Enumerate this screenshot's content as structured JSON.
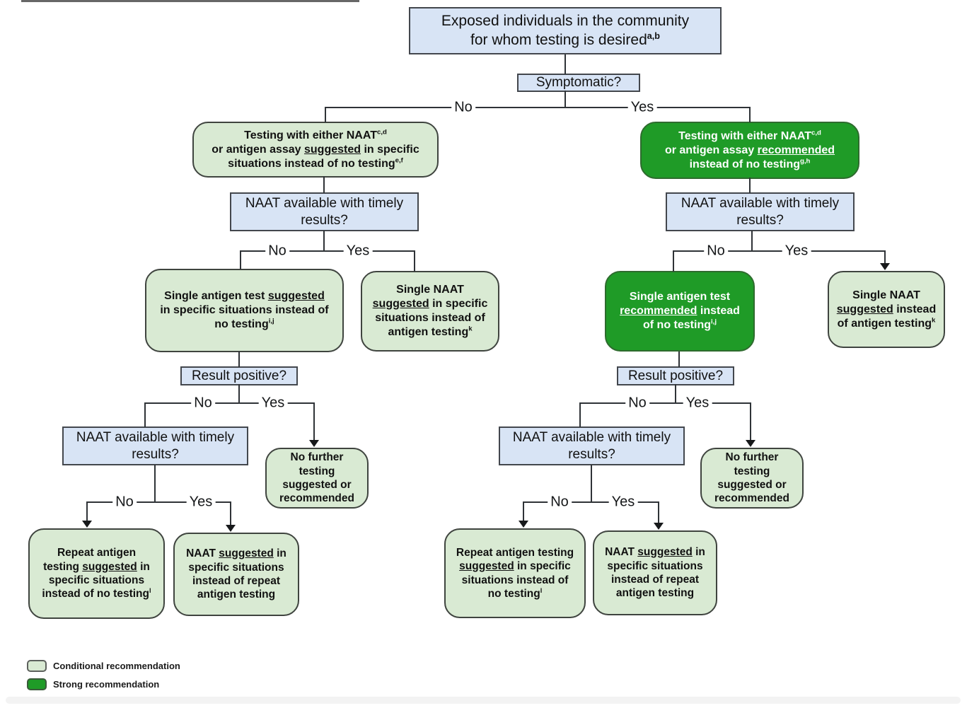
{
  "diagram": {
    "title_box": {
      "line1": "Exposed individuals in the community",
      "line2": "for whom testing is desired",
      "sup": "a,b"
    },
    "symptomatic": {
      "text": "Symptomatic?"
    },
    "branch": {
      "no": "No",
      "yes": "Yes"
    },
    "test_both_left": {
      "line1": "Testing with either NAAT",
      "line1_sup": "c,d",
      "line2_pre": "or antigen assay ",
      "line2_u": "suggested",
      "line2_post": " in specific",
      "line3": "situations instead of no testing",
      "line3_sup": "e,f"
    },
    "test_both_right": {
      "line1": "Testing with either NAAT",
      "line1_sup": "c,d",
      "line2_pre": "or antigen assay ",
      "line2_u": "recommended",
      "line3": "instead of no testing",
      "line3_sup": "g,h"
    },
    "naat_timely": {
      "line1": "NAAT available with timely",
      "line2": "results?"
    },
    "single_antigen_left": {
      "line1_pre": "Single antigen test ",
      "line1_u": "suggested",
      "line2": "in specific situations instead of",
      "line3": "no testing",
      "line3_sup": "i,j"
    },
    "single_naat_left": {
      "line1": "Single NAAT",
      "line2_u": "suggested",
      "line2_post": " in specific",
      "line3": "situations instead of",
      "line4": "antigen testing",
      "line4_sup": "k"
    },
    "single_antigen_right": {
      "line1": "Single antigen test",
      "line2_u": "recommended",
      "line2_post": " instead",
      "line3": "of no testing",
      "line3_sup": "i,j"
    },
    "single_naat_right": {
      "line1": "Single NAAT",
      "line2_u": "suggested",
      "line2_post": " instead",
      "line3": "of antigen testing",
      "line3_sup": "k"
    },
    "result_positive": {
      "text": "Result positive?"
    },
    "no_further": {
      "line1": "No further",
      "line2": "testing",
      "line3": "suggested or",
      "line4": "recommended"
    },
    "repeat_antigen_left": {
      "line1": "Repeat antigen",
      "line2_pre": "testing ",
      "line2_u": "suggested",
      "line2_post": " in",
      "line3": "specific situations",
      "line4": "instead of no testing",
      "line4_sup": "l"
    },
    "repeat_antigen_right": {
      "line1": "Repeat antigen testing",
      "line2_u": "suggested",
      "line2_post": " in specific",
      "line3": "situations instead of",
      "line4": "no testing",
      "line4_sup": "l"
    },
    "naat_over_repeat": {
      "line1_pre": "NAAT ",
      "line1_u": "suggested",
      "line1_post": " in",
      "line2": "specific situations",
      "line3": "instead of repeat",
      "line4": "antigen testing"
    },
    "legend": {
      "conditional": "Conditional recommendation",
      "strong": "Strong recommendation"
    },
    "colors": {
      "conditional_fill": "#d9ead3",
      "strong_fill": "#1f9b27",
      "question_fill": "#d8e4f5"
    }
  }
}
